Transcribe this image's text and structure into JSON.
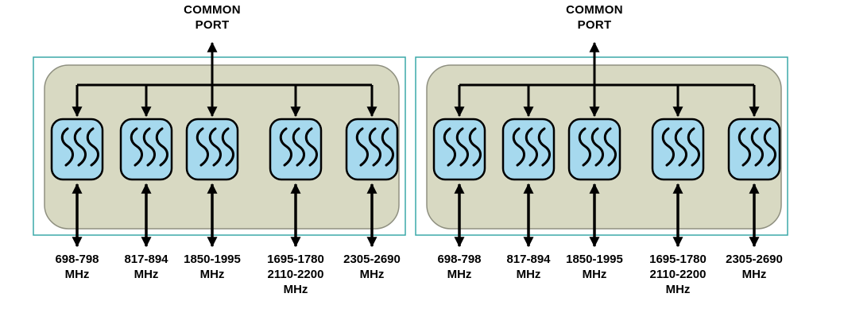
{
  "colors": {
    "panel_fill": "#d8d9c2",
    "panel_border": "#8f9080",
    "outline_teal": "#3aa8a8",
    "filter_fill": "#a6d9ee",
    "filter_border": "#000000",
    "line_color": "#000000",
    "text_color": "#000000"
  },
  "units": [
    {
      "name": "multiplexer-unit-1",
      "common_port": "COMMON\nPORT",
      "ports": [
        "698-798\nMHz",
        "817-894\nMHz",
        "1850-1995\nMHz",
        "1695-1780\n2110-2200\nMHz",
        "2305-2690\nMHz"
      ]
    },
    {
      "name": "multiplexer-unit-2",
      "common_port": "COMMON\nPORT",
      "ports": [
        "698-798\nMHz",
        "817-894\nMHz",
        "1850-1995\nMHz",
        "1695-1780\n2110-2200\nMHz",
        "2305-2690\nMHz"
      ]
    }
  ]
}
